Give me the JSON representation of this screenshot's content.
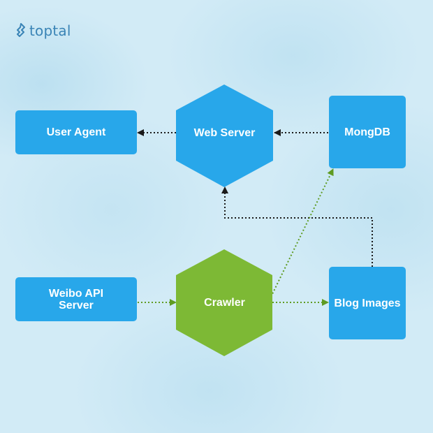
{
  "brand": {
    "logo_text": "toptal",
    "logo_icon": "toptal-logo-icon"
  },
  "nodes": {
    "user_agent": "User Agent",
    "web_server": "Web Server",
    "mongodb": "MongDB",
    "weibo_api_server": "Weibo API Server",
    "crawler": "Crawler",
    "blog_images": "Blog Images"
  },
  "colors": {
    "background": "#d2ebf6",
    "blue_node": "#28a7ea",
    "green_node": "#7db935",
    "black_arrow": "#1a1a1a",
    "green_arrow": "#5f9b22",
    "logo": "#3a84b6"
  }
}
